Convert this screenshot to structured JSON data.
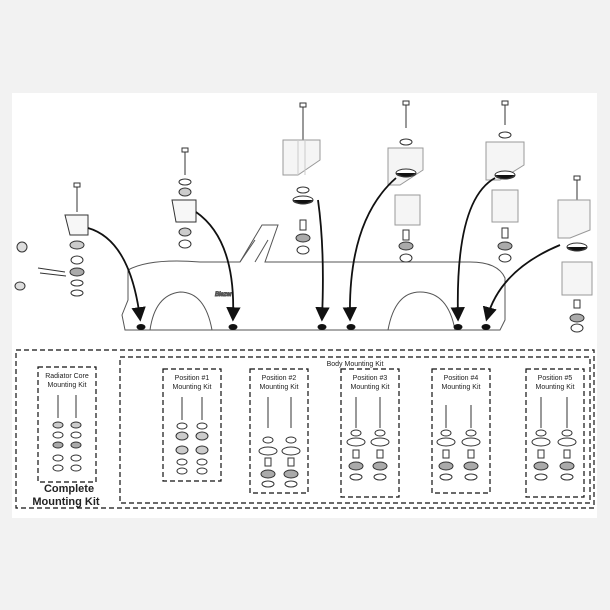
{
  "diagram": {
    "radiator_kit": {
      "line1": "Radiator  Core",
      "line2": "Mounting  Kit"
    },
    "body_kit_title": "Body  Mounting  Kit",
    "positions": [
      {
        "line1": "Position  #1",
        "line2": "Mounting  Kit"
      },
      {
        "line1": "Position  #2",
        "line2": "Mounting  Kit"
      },
      {
        "line1": "Position  #3",
        "line2": "Mounting  Kit"
      },
      {
        "line1": "Position  #4",
        "line2": "Mounting  Kit"
      },
      {
        "line1": "Position  #5",
        "line2": "Mounting  Kit"
      }
    ],
    "complete_kit": {
      "line1": "Complete",
      "line2": "Mounting Kit"
    }
  }
}
